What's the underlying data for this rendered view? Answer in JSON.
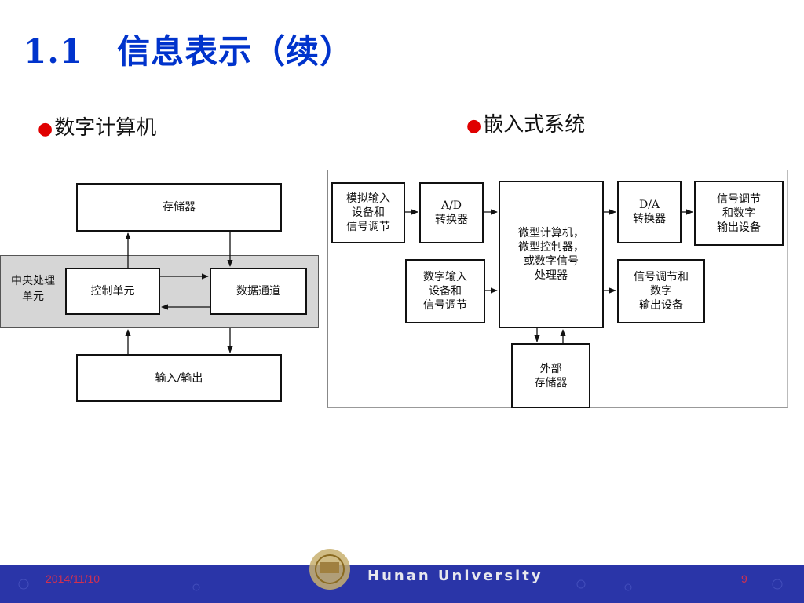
{
  "title": "1.1　信息表示（续）",
  "bullets": {
    "left": "数字计算机",
    "right": "嵌入式系统"
  },
  "computer_diagram": {
    "memory": "存储器",
    "cpu": "中央处理\n单元",
    "control_unit": "控制单元",
    "datapath": "数据通道",
    "io": "输入/输出"
  },
  "embedded_diagram": {
    "analog_input": "模拟输入\n设备和\n信号调节",
    "ad": "A/D\n转换器",
    "processor": "微型计算机，\n微型控制器，\n或数字信号\n处理器",
    "da": "D/A\n转换器",
    "analog_output": "信号调节\n和数字\n输出设备",
    "digital_input": "数字输入\n设备和\n信号调节",
    "digital_output": "信号调节和\n数字\n输出设备",
    "external_memory": "外部\n存储器"
  },
  "footer": {
    "date": "2014/11/10",
    "university": "Hunan University",
    "page": "9"
  },
  "colors": {
    "title": "#0033cc",
    "bullet_dot": "#e00000",
    "footer_bg": "#2a35a8",
    "cpu_band": "#d6d6d6"
  },
  "icons": {
    "bullet": "red-dot-icon",
    "logo": "university-seal-icon"
  }
}
